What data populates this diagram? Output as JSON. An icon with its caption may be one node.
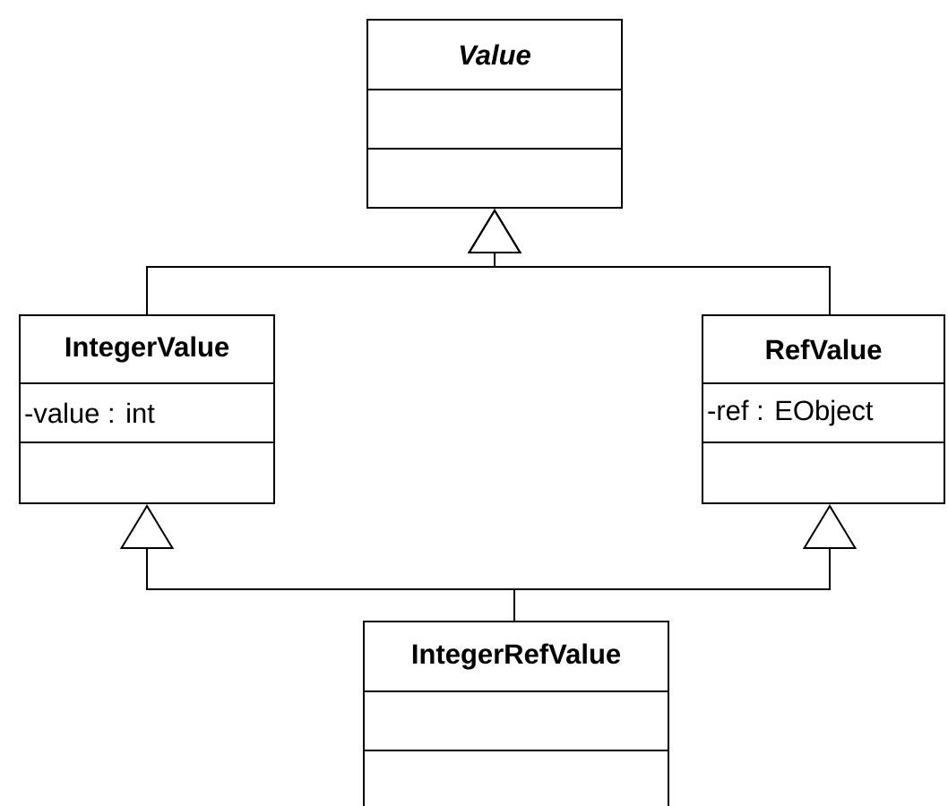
{
  "diagram": {
    "nodes": [
      {
        "text": [
          "Value"
        ]
      },
      {
        "text": [
          "IntegerValue",
          "-value : int"
        ]
      },
      {
        "text": [
          "RefValue",
          "-ref : EObject"
        ]
      },
      {
        "text": [
          "IntegerRefValue"
        ]
      }
    ],
    "edges": [
      {
        "from": 1,
        "to": 0,
        "arrow": "to"
      },
      {
        "from": 2,
        "to": 0,
        "arrow": "to"
      },
      {
        "from": 3,
        "to": 1,
        "arrow": "to"
      },
      {
        "from": 3,
        "to": 2,
        "arrow": "to"
      }
    ]
  }
}
